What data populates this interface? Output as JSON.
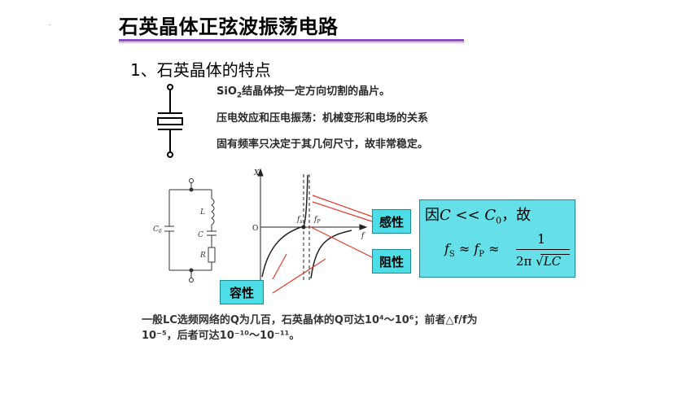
{
  "slide": {
    "title": "石英晶体正弦波振荡电路",
    "section": "1、石英晶体的特点",
    "marker": "."
  },
  "features": {
    "line1_prefix": "SiO",
    "line1_sub": "2",
    "line1_suffix": "结晶体按一定方向切割的晶片。",
    "line2": "压电效应和压电振荡：机械变形和电场的关系",
    "line3": "固有频率只决定于其几何尺寸，故非常稳定。"
  },
  "circuit": {
    "c0_label": "C",
    "c0_sub": "0",
    "l_label": "L",
    "c_label": "C",
    "r_label": "R"
  },
  "graph": {
    "y_axis": "X",
    "x_axis": "f",
    "origin": "O",
    "fs_label": "f",
    "fs_sub": "s",
    "fp_label": "f",
    "fp_sub": "P"
  },
  "tags": {
    "inductive": "感性",
    "resistive": "阻性",
    "capacitive": "容性"
  },
  "formula": {
    "line1_prefix": "因",
    "line1_math": "C << C",
    "line1_sub": "0",
    "line1_suffix": "，故",
    "fs": "f",
    "fs_sub": "S",
    "approx1": " ≈ ",
    "fp": "f",
    "fp_sub": "P",
    "approx2": " ≈",
    "numerator": "1",
    "denominator_prefix": "2π ",
    "denominator_sqrt": "LC"
  },
  "bottom": {
    "line1": "一般LC选频网络的Q为几百，石英晶体的Q可达10⁴～10⁶；前者△f/f为",
    "line2": "10⁻⁵，后者可达10⁻¹⁰～10⁻¹¹。"
  }
}
